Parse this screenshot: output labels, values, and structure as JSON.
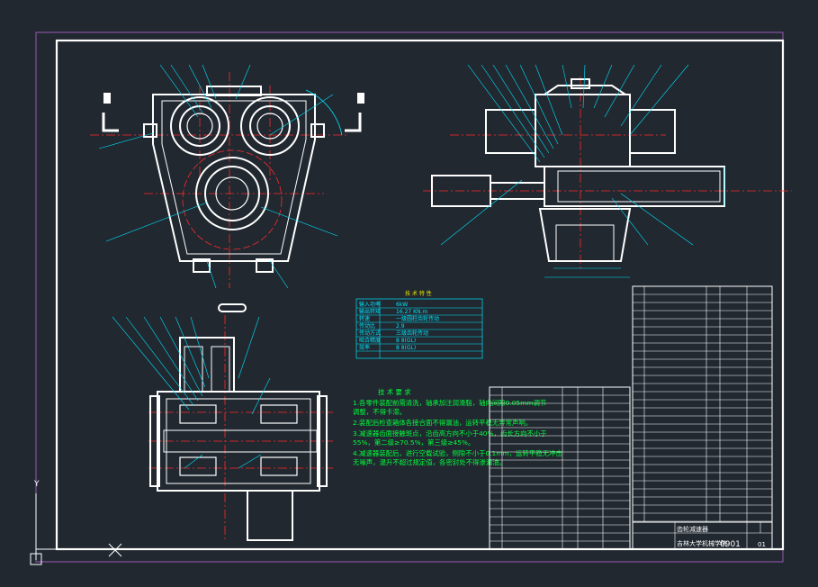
{
  "colors": {
    "background": "#212830",
    "frame": "#ffffff",
    "outer_frame": "#9b59b6",
    "leader": "#00e5ff",
    "centerline": "#ff2a2a",
    "notes": "#00ff3c"
  },
  "specs_table": {
    "title": "技 术 特 性",
    "rows": [
      {
        "label": "输入功率",
        "value": "6kW"
      },
      {
        "label": "输出转矩",
        "value": "16.27 KN.m"
      },
      {
        "label": "转速",
        "value": "一级圆柱齿轮传动"
      },
      {
        "label": "传动比",
        "value": "2.9"
      },
      {
        "label": "传动方式",
        "value": "三级齿轮传动"
      },
      {
        "label": "啮合精度",
        "value": "8 8(GL)"
      },
      {
        "label": "效率",
        "value": "8 8(GL)"
      }
    ]
  },
  "tech_notes": {
    "title": "技 术 要 求",
    "lines": [
      "1.各零件装配前需清洗，轴承加注润滑脂，轴向间隙0.05mm调节",
      "  调整，不得卡滞。",
      "2.装配后检查箱体各接合面不得漏油，运转平稳无异常声响。",
      "3.减速器齿面接触斑点，沿齿高方向不小于40%，齿长方向不小于",
      "  55%，第二级≥70.5%，第三级≥45%。",
      "4.减速器装配后，进行空载试验，侧隙不小于0.1mm，运转平稳无冲击",
      "  无噪声，温升不超过规定值，各密封处不得渗漏油。"
    ]
  },
  "title_block": {
    "name": "齿轮减速器",
    "school": "吉林大学机械学院",
    "drawing_no": "0901",
    "sheet": "01"
  },
  "axes_icon": {
    "y_label": "Y"
  }
}
